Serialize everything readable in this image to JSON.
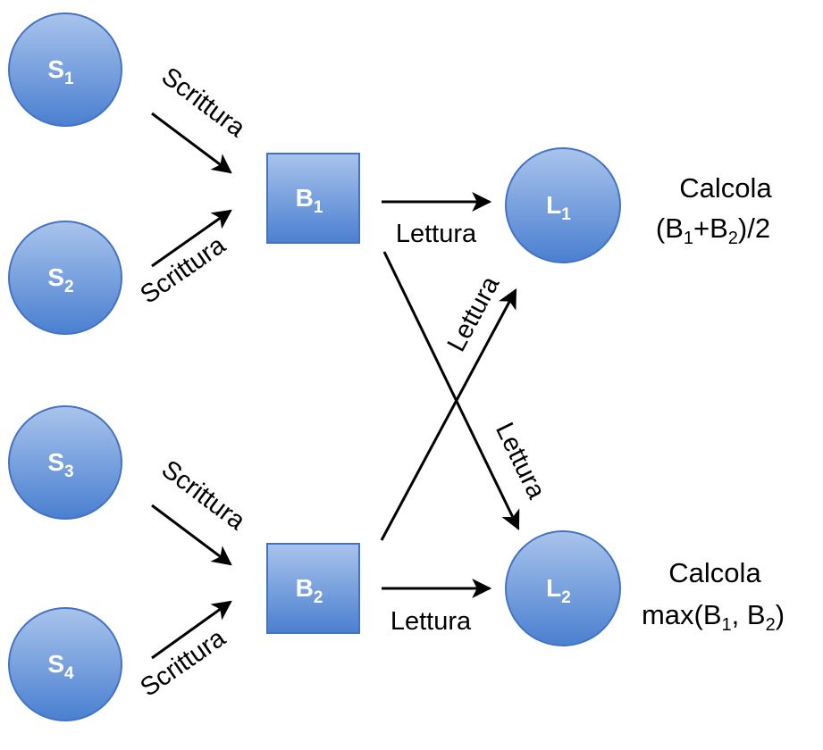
{
  "colors": {
    "node_fill_top": "#A9C4EC",
    "node_fill_bottom": "#4A7FD0",
    "node_stroke": "#4472C4",
    "arrow": "#000000"
  },
  "nodes": {
    "s1": {
      "base": "S",
      "sub": "1"
    },
    "s2": {
      "base": "S",
      "sub": "2"
    },
    "s3": {
      "base": "S",
      "sub": "3"
    },
    "s4": {
      "base": "S",
      "sub": "4"
    },
    "b1": {
      "base": "B",
      "sub": "1"
    },
    "b2": {
      "base": "B",
      "sub": "2"
    },
    "l1": {
      "base": "L",
      "sub": "1"
    },
    "l2": {
      "base": "L",
      "sub": "2"
    }
  },
  "edge_labels": {
    "s1_b1": "Scrittura",
    "s2_b1": "Scrittura",
    "s3_b2": "Scrittura",
    "s4_b2": "Scrittura",
    "b1_l1": "Lettura",
    "b2_l2": "Lettura",
    "b2_l1": "Lettura",
    "b1_l2": "Lettura"
  },
  "notes": {
    "l1": {
      "line1": "Calcola",
      "line2": {
        "p1": "(B",
        "s1": "1",
        "p2": "+B",
        "s2": "2",
        "p3": ")/2"
      }
    },
    "l2": {
      "line1": "Calcola",
      "line2": {
        "p1": "max(B",
        "s1": "1",
        "p2": ", B",
        "s2": "2",
        "p3": ")"
      }
    }
  }
}
